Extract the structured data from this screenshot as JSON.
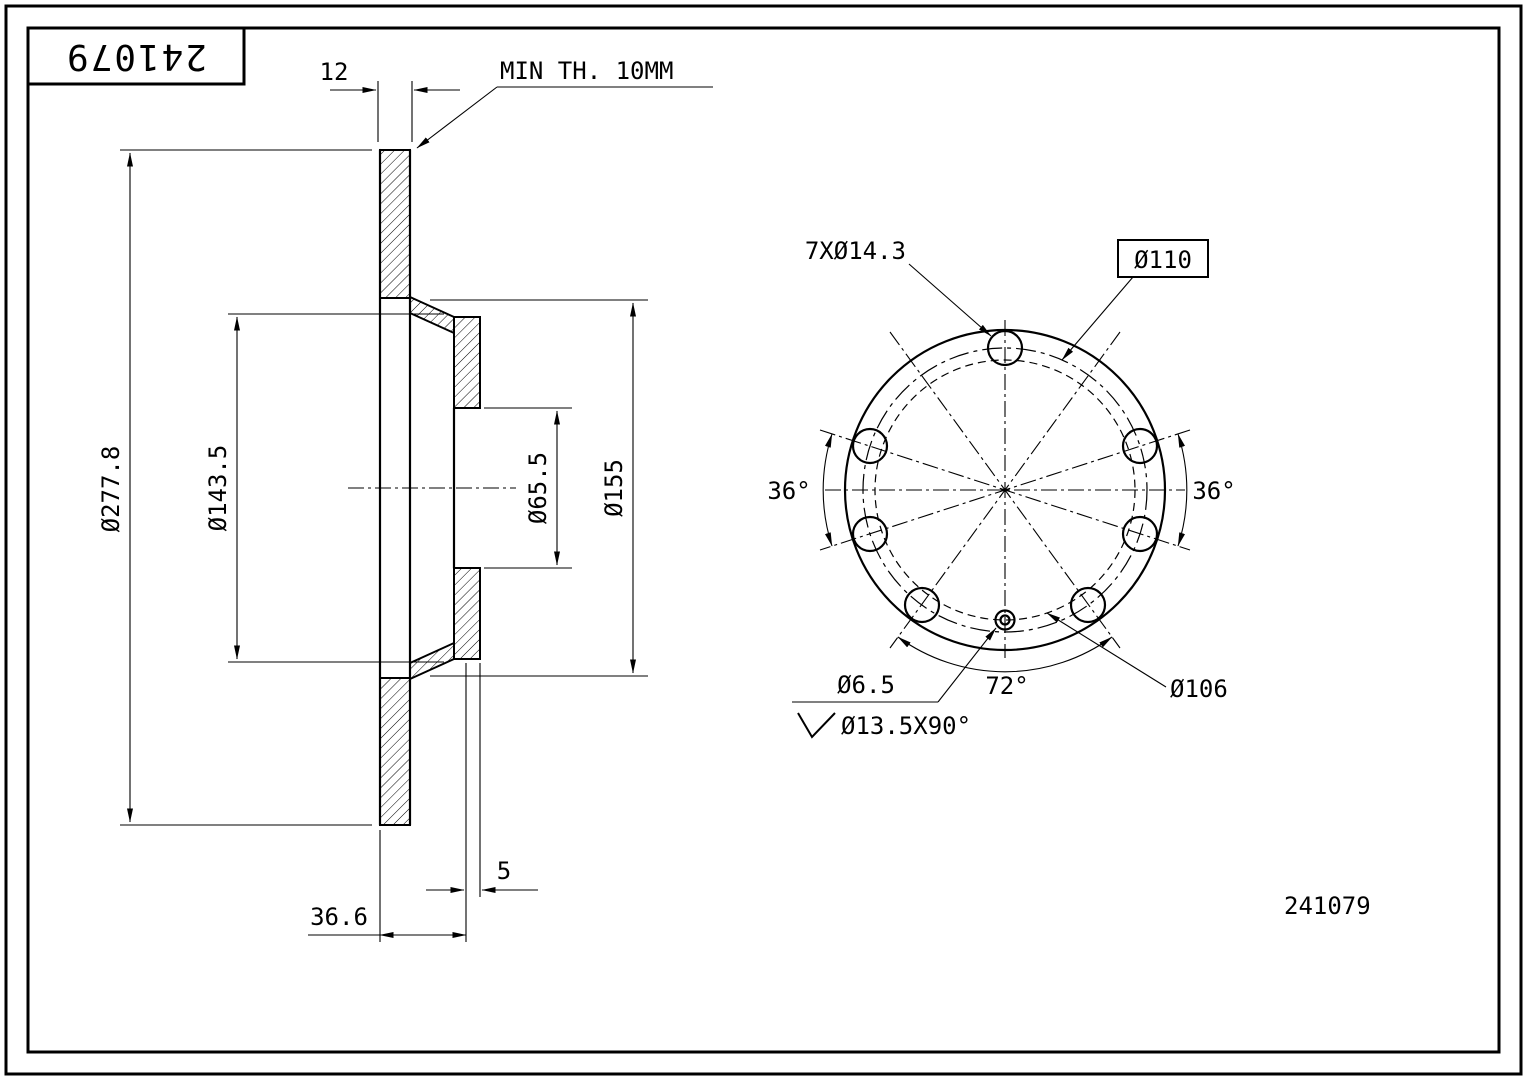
{
  "drawing": {
    "part_number": "241079",
    "title_block_number": "241079"
  },
  "section_view": {
    "thickness": "12",
    "min_thickness_note": "MIN TH. 10MM",
    "outer_diameter": "Ø277.8",
    "hub_diameter": "Ø143.5",
    "bore_diameter": "Ø65.5",
    "hat_diameter": "Ø155",
    "pilot_depth": "5",
    "overall_depth": "36.6"
  },
  "front_view": {
    "bolt_hole_callout": "7XØ14.3",
    "bolt_circle_diameter": "Ø110",
    "angle_left": "36°",
    "angle_right": "36°",
    "angle_bottom": "72°",
    "set_screw_diameter": "Ø6.5",
    "countersink_callout": "Ø13.5X90°",
    "set_screw_circle_diameter": "Ø106"
  }
}
